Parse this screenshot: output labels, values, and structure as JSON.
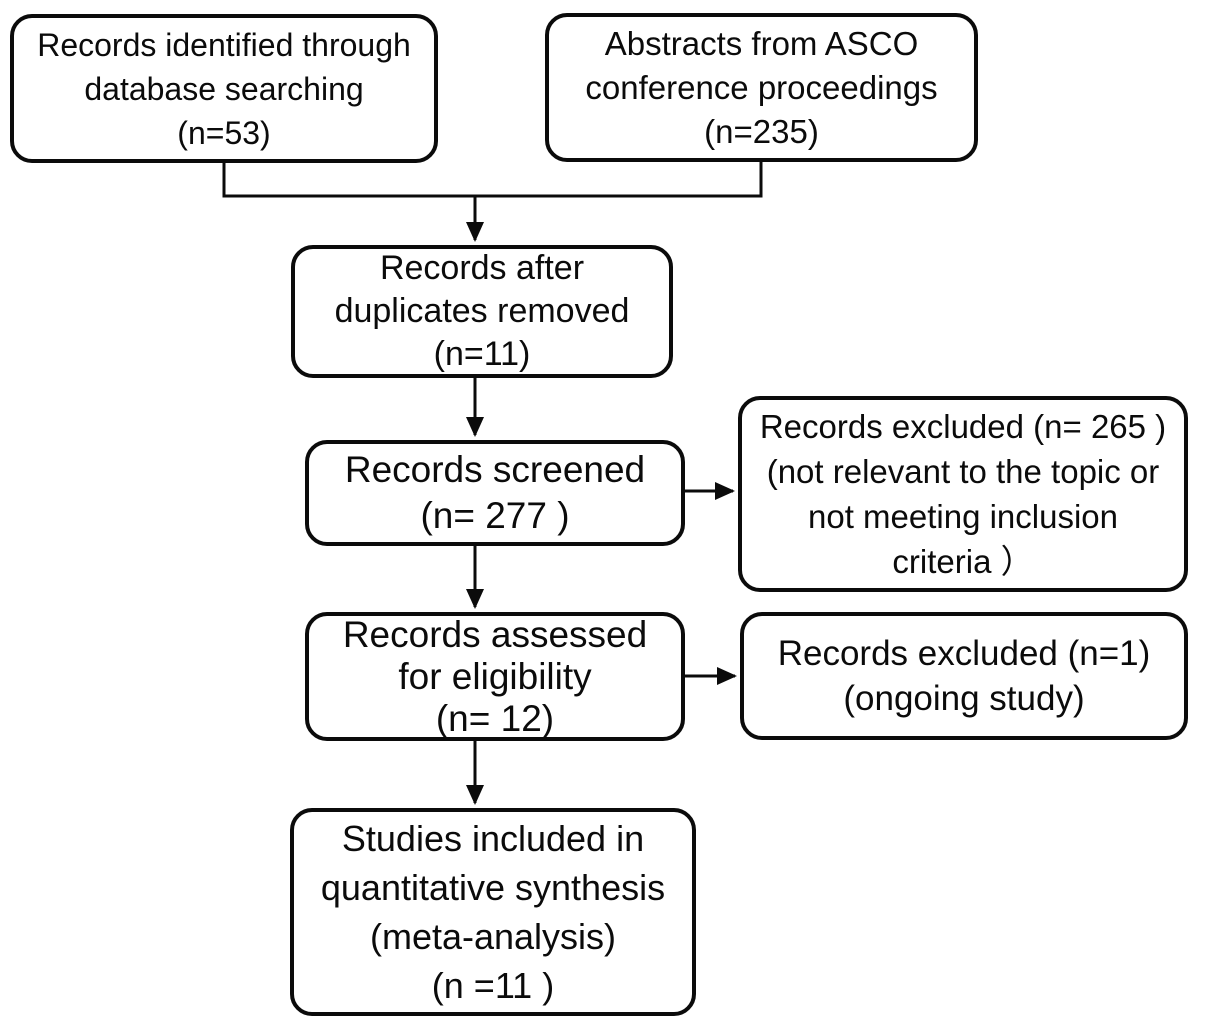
{
  "colors": {
    "line": "#0b0b0b",
    "background": "#ffffff",
    "box_fill": "#ffffff"
  },
  "nodes": {
    "identified": {
      "lines": [
        "Records identified through",
        "database searching",
        "(n=53)"
      ]
    },
    "abstracts": {
      "lines": [
        "Abstracts from ASCO",
        "conference proceedings",
        "(n=235)"
      ]
    },
    "duplicates_removed": {
      "lines": [
        "Records after",
        "duplicates removed",
        "(n=11)"
      ]
    },
    "screened": {
      "lines": [
        "Records screened",
        "(n= 277 )"
      ]
    },
    "excluded_screening": {
      "lines": [
        "Records excluded (n= 265 )",
        "(not relevant to the topic or",
        "not meeting inclusion",
        "criteria ）"
      ]
    },
    "assessed": {
      "lines": [
        "Records assessed",
        "for eligibility",
        "(n= 12)"
      ]
    },
    "excluded_eligibility": {
      "lines": [
        "Records excluded (n=1)",
        "(ongoing study)"
      ]
    },
    "included": {
      "lines": [
        "Studies included in",
        "quantitative synthesis",
        "(meta-analysis)",
        "(n =11 )"
      ]
    }
  }
}
